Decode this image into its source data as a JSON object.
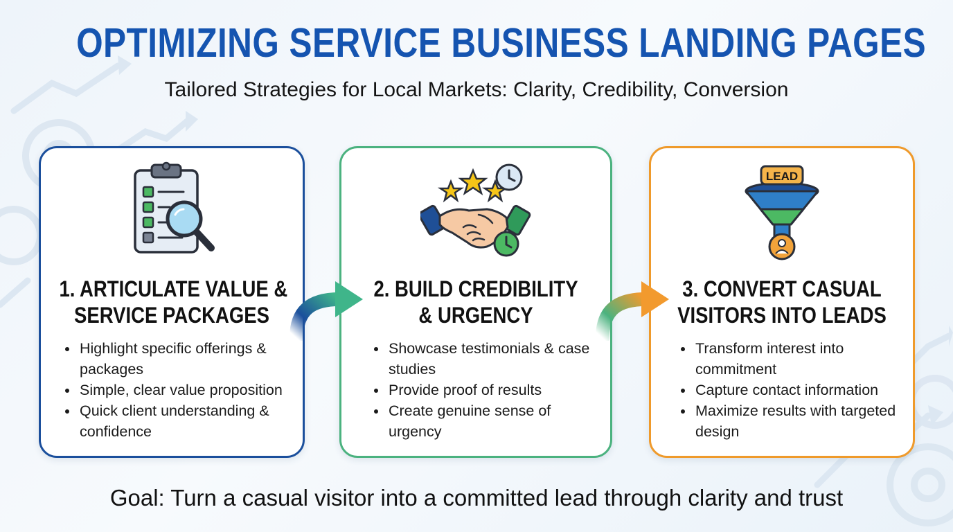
{
  "header": {
    "title": "OPTIMIZING SERVICE BUSINESS LANDING PAGES",
    "subtitle": "Tailored Strategies for Local Markets: Clarity, Credibility, Conversion"
  },
  "steps": [
    {
      "title_line1": "1. ARTICULATE VALUE &",
      "title_line2": "SERVICE PACKAGES",
      "icon": "clipboard-checklist-magnifier-icon",
      "accent": "#1b4f9c",
      "bullets": [
        "Highlight specific offerings & packages",
        "Simple, clear value proposition",
        "Quick client understanding & confidence"
      ]
    },
    {
      "title_line1": "2. BUILD CREDIBILITY",
      "title_line2": "& URGENCY",
      "icon": "handshake-stars-clock-icon",
      "accent": "#4bb27f",
      "bullets": [
        "Showcase testimonials & case studies",
        "Provide proof of results",
        "Create genuine sense of urgency"
      ]
    },
    {
      "title_line1": "3. CONVERT CASUAL",
      "title_line2": "VISITORS INTO LEADS",
      "icon": "lead-funnel-icon",
      "accent": "#ef9a2b",
      "funnel_label": "LEAD",
      "bullets": [
        "Transform interest into commitment",
        "Capture contact information",
        "Maximize results with targeted design"
      ]
    }
  ],
  "footer": {
    "goal": "Goal: Turn a casual visitor into a committed lead through clarity and trust"
  },
  "colors": {
    "title": "#1554b0",
    "blue": "#1b4f9c",
    "green": "#4bb27f",
    "orange": "#ef9a2b"
  }
}
